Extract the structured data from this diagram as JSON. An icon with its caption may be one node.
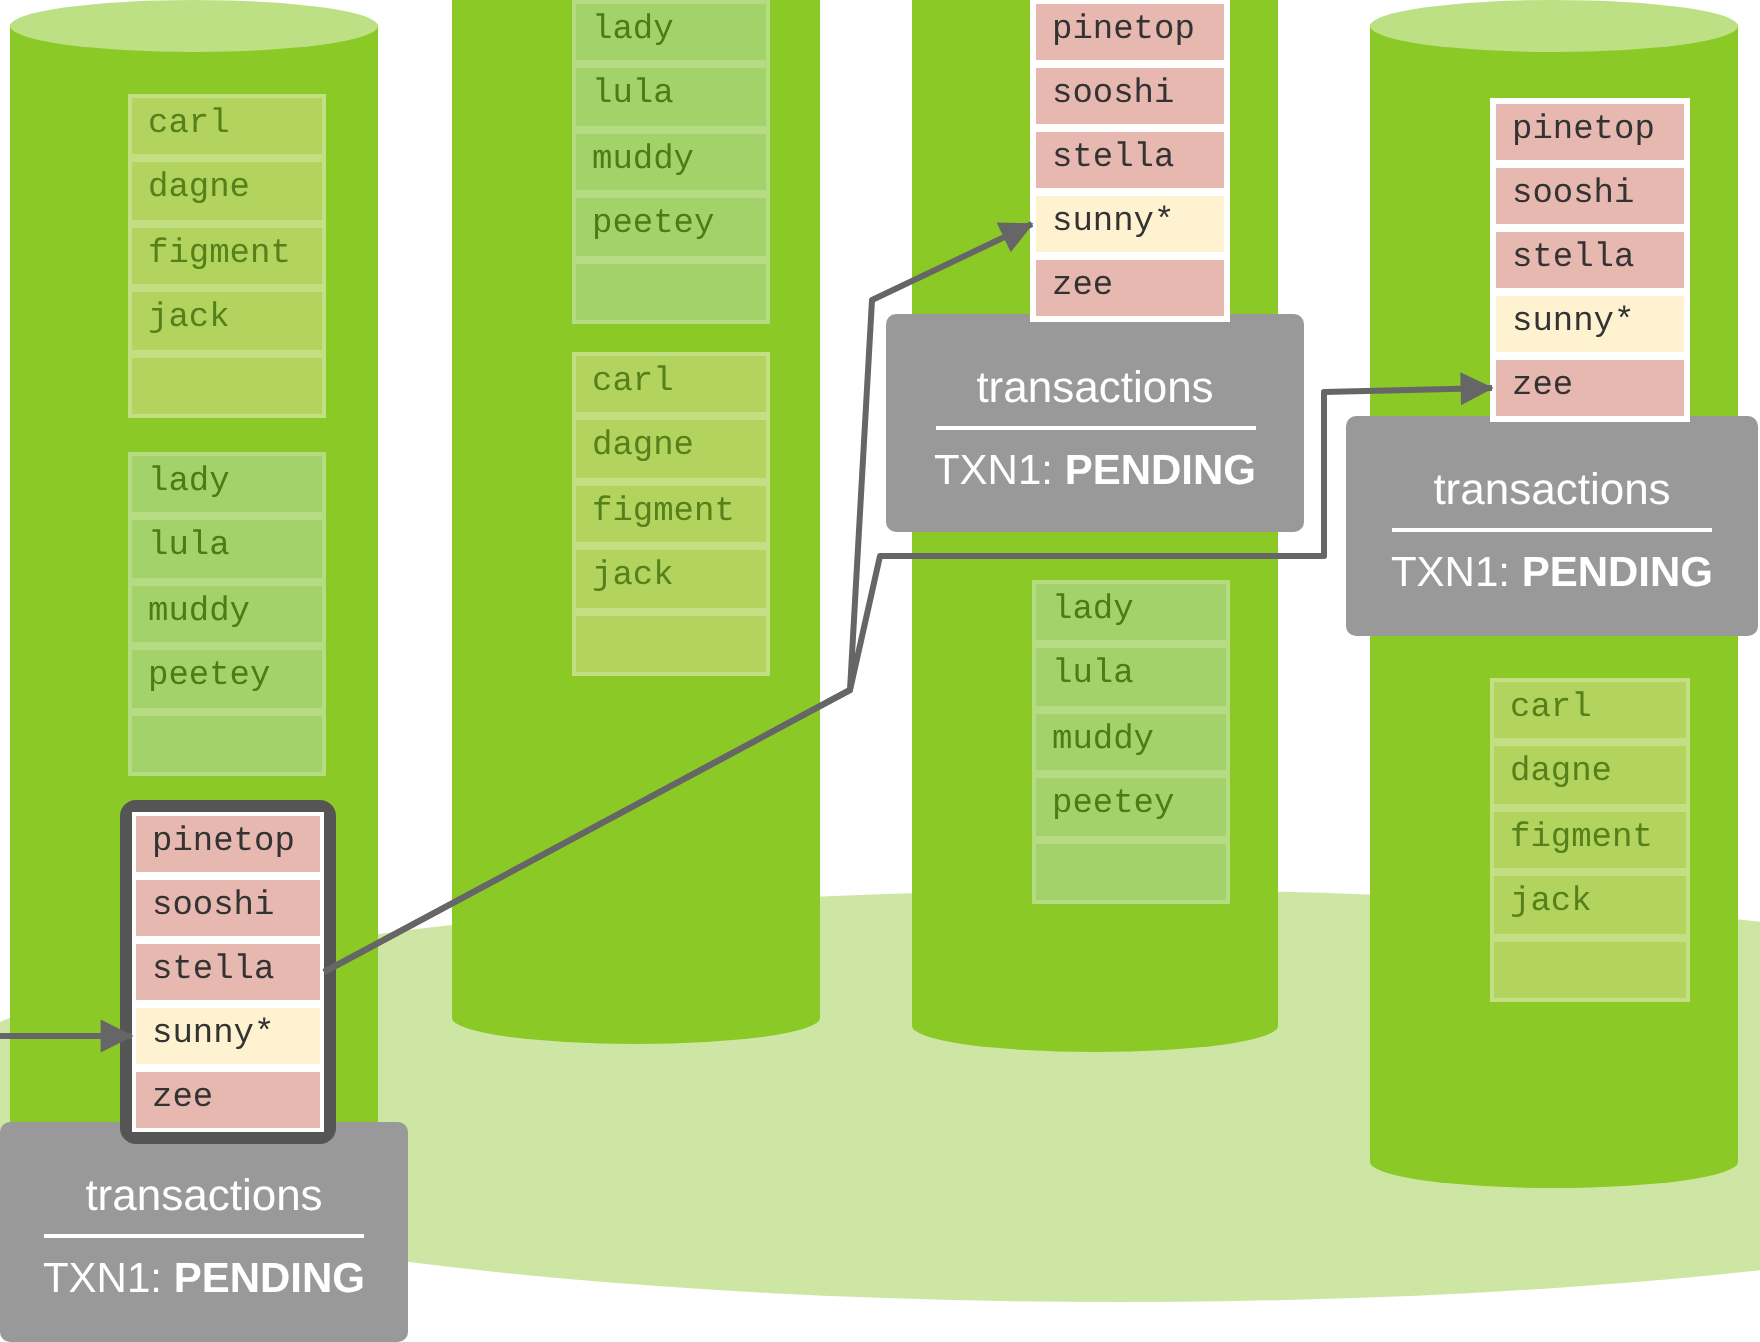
{
  "diagram": {
    "nodes": [
      {
        "text": [],
        "shape": "cylinder"
      },
      {
        "text": [],
        "shape": "box",
        "in": 0
      },
      {
        "text": [
          "carl"
        ],
        "in": 1
      },
      {
        "text": [
          "dagne"
        ],
        "in": 1
      },
      {
        "text": [
          "figment"
        ],
        "in": 1
      },
      {
        "text": [
          "jack"
        ],
        "in": 1
      },
      {
        "text": [],
        "shape": "box",
        "in": 1
      },
      {
        "text": [],
        "shape": "box",
        "in": 0
      },
      {
        "text": [
          "lady"
        ],
        "in": 7
      },
      {
        "text": [
          "lula"
        ],
        "in": 7
      },
      {
        "text": [
          "muddy"
        ],
        "in": 7
      },
      {
        "text": [
          "peetey"
        ],
        "in": 7
      },
      {
        "text": [],
        "shape": "box",
        "in": 7
      },
      {
        "text": [],
        "shape": "box",
        "in": 0
      },
      {
        "text": [
          "pinetop"
        ],
        "in": 13
      },
      {
        "text": [
          "sooshi"
        ],
        "in": 13
      },
      {
        "text": [
          "stella"
        ],
        "in": 13
      },
      {
        "text": [
          "sunny*"
        ],
        "in": 13
      },
      {
        "text": [
          "zee"
        ],
        "in": 13
      },
      {
        "text": [
          "transactions",
          "TXN1: **PENDING**"
        ]
      },
      {
        "text": [],
        "shape": "cylinder"
      },
      {
        "text": [],
        "shape": "box",
        "in": 20
      },
      {
        "text": [
          "lady"
        ],
        "in": 21
      },
      {
        "text": [
          "lula"
        ],
        "in": 21
      },
      {
        "text": [
          "muddy"
        ],
        "in": 21
      },
      {
        "text": [
          "peetey"
        ],
        "in": 21
      },
      {
        "text": [],
        "shape": "box",
        "in": 21
      },
      {
        "text": [],
        "shape": "box",
        "in": 20
      },
      {
        "text": [
          "carl"
        ],
        "in": 27
      },
      {
        "text": [
          "dagne"
        ],
        "in": 27
      },
      {
        "text": [
          "figment"
        ],
        "in": 27
      },
      {
        "text": [
          "jack"
        ],
        "in": 27
      },
      {
        "text": [],
        "shape": "box",
        "in": 27
      },
      {
        "text": [],
        "shape": "cylinder"
      },
      {
        "text": [],
        "shape": "box",
        "in": 33
      },
      {
        "text": [
          "pinetop"
        ],
        "in": 34
      },
      {
        "text": [
          "sooshi"
        ],
        "in": 34
      },
      {
        "text": [
          "stella"
        ],
        "in": 34
      },
      {
        "text": [
          "sunny*"
        ],
        "in": 34
      },
      {
        "text": [
          "zee"
        ],
        "in": 34
      },
      {
        "text": [
          "transactions",
          "TXN1: **PENDING**"
        ]
      },
      {
        "text": [],
        "shape": "box",
        "in": 33
      },
      {
        "text": [
          "lady"
        ],
        "in": 41
      },
      {
        "text": [
          "lula"
        ],
        "in": 41
      },
      {
        "text": [
          "muddy"
        ],
        "in": 41
      },
      {
        "text": [
          "peetey"
        ],
        "in": 41
      },
      {
        "text": [],
        "shape": "box",
        "in": 41
      },
      {
        "text": [],
        "shape": "cylinder"
      },
      {
        "text": [],
        "shape": "box",
        "in": 47
      },
      {
        "text": [
          "pinetop"
        ],
        "in": 48
      },
      {
        "text": [
          "sooshi"
        ],
        "in": 48
      },
      {
        "text": [
          "stella"
        ],
        "in": 48
      },
      {
        "text": [
          "sunny*"
        ],
        "in": 48
      },
      {
        "text": [
          "zee"
        ],
        "in": 48
      },
      {
        "text": [
          "transactions",
          "TXN1: **PENDING**"
        ]
      },
      {
        "text": [],
        "shape": "box",
        "in": 47
      },
      {
        "text": [
          "carl"
        ],
        "in": 55
      },
      {
        "text": [
          "dagne"
        ],
        "in": 55
      },
      {
        "text": [
          "figment"
        ],
        "in": 55
      },
      {
        "text": [
          "jack"
        ],
        "in": 55
      },
      {
        "text": [],
        "shape": "box",
        "in": 55
      }
    ],
    "edges": [
      {
        "from": null,
        "to": 17,
        "arrow": "to"
      },
      {
        "from": 16,
        "to": 38,
        "arrow": "to"
      },
      {
        "from": 16,
        "to": 53,
        "arrow": "to"
      }
    ]
  }
}
